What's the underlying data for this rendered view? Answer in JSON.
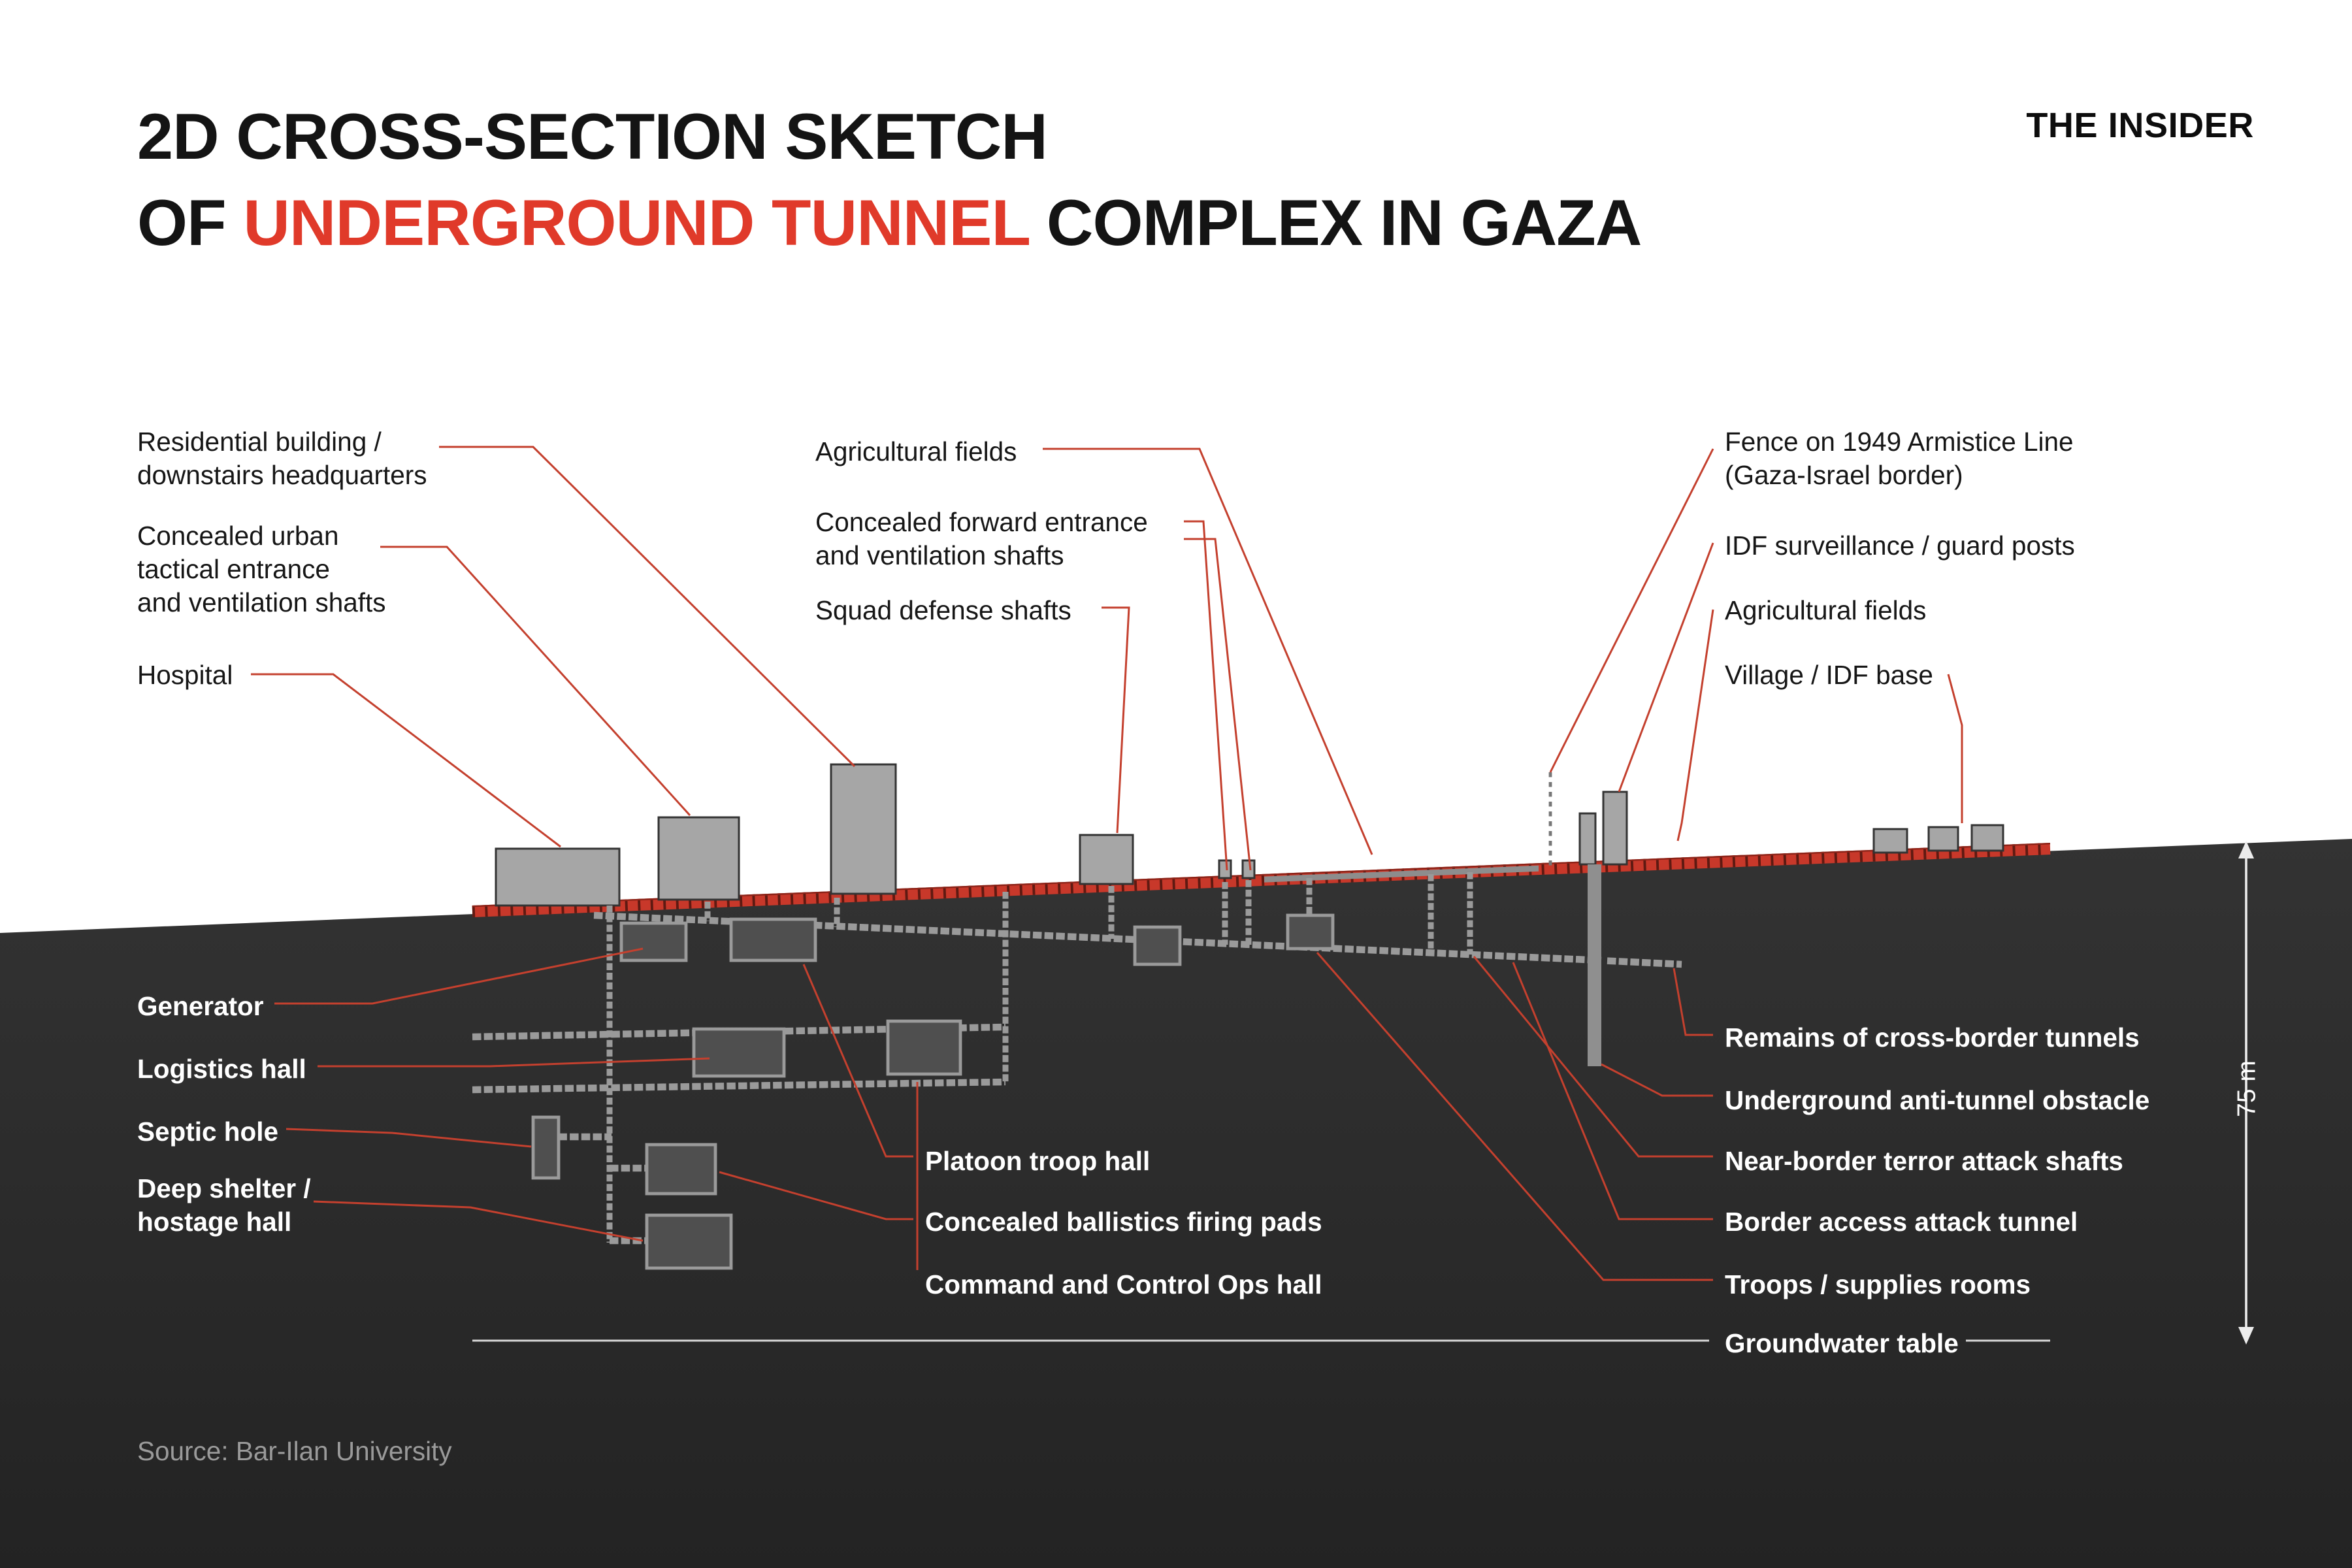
{
  "header": {
    "title_line1": "2D CROSS-SECTION SKETCH",
    "title_line2_prefix": "OF ",
    "title_line2_highlight": "UNDERGROUND TUNNEL",
    "title_line2_suffix": " COMPLEX IN GAZA",
    "brand": "THE INSIDER"
  },
  "labels": {
    "residential": "Residential building /\ndownstairs headquarters",
    "urban_entrance": "Concealed urban\ntactical entrance\nand ventilation shafts",
    "hospital": "Hospital",
    "agricultural_left": "Agricultural fields",
    "forward_entrance": "Concealed forward entrance\nand ventilation shafts",
    "squad_defense": "Squad defense shafts",
    "fence": "Fence on 1949 Armistice Line\n(Gaza-Israel border)",
    "idf_surveillance": "IDF surveillance / guard posts",
    "agricultural_right": "Agricultural fields",
    "village": "Village / IDF base",
    "generator": "Generator",
    "logistics": "Logistics hall",
    "septic": "Septic hole",
    "deep_shelter": "Deep shelter /\nhostage hall",
    "platoon": "Platoon troop hall",
    "ballistics": "Concealed ballistics firing pads",
    "command": "Command and Control Ops hall",
    "remains": "Remains of cross-border tunnels",
    "anti_tunnel": "Underground anti-tunnel obstacle",
    "near_border": "Near-border terror attack shafts",
    "border_access": "Border access attack tunnel",
    "troops": "Troops / supplies rooms",
    "groundwater": "Groundwater table"
  },
  "scale": {
    "depth": "75 m"
  },
  "source": "Source: Bar-Ilan University",
  "colors": {
    "accent_red": "#e03a2a",
    "road_red": "#c8382a",
    "ground_dark": "#2c2c2c",
    "building_gray": "#a6a6a6",
    "tunnel_gray": "#9a9a9a",
    "label_light": "#ffffff",
    "label_dark": "#161616"
  }
}
